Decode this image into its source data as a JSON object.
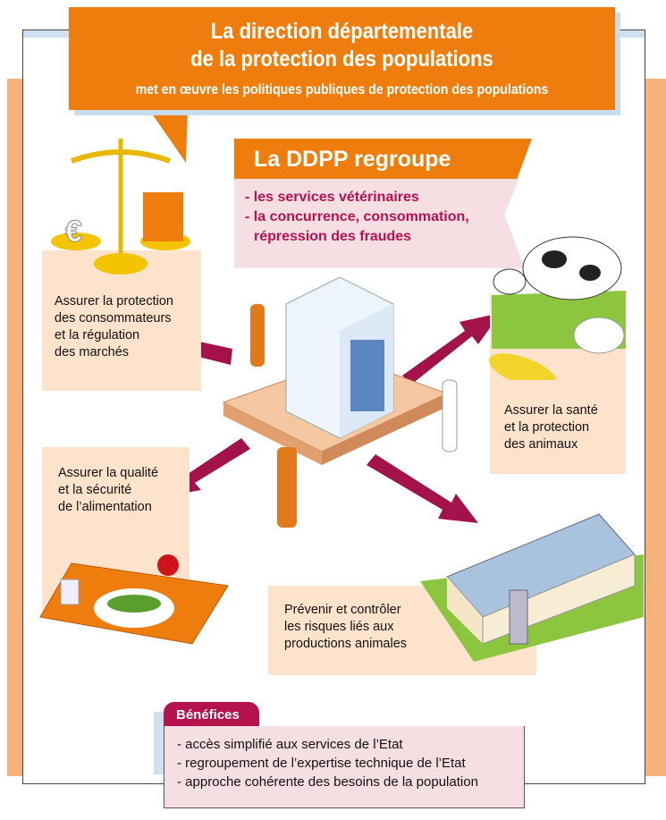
{
  "header": {
    "title_line1": "La direction départementale",
    "title_line2": "de la protection des populations",
    "subtitle": "met en œuvre les politiques publiques de protection des populations"
  },
  "ddpp": {
    "title": "La DDPP regroupe",
    "items": [
      "- les services vétérinaires",
      "- la concurrence, consommation,",
      "répression des fraudes"
    ]
  },
  "missions": {
    "consumers": [
      "Assurer la protection",
      "des consommateurs",
      "et la régulation",
      "des marchés"
    ],
    "food": [
      "Assurer la qualité",
      "et la sécurité",
      "de l’alimentation"
    ],
    "animals": [
      "Assurer la santé",
      "et la protection",
      "des animaux"
    ],
    "production": [
      "Prévenir et contrôler",
      "les risques liés aux",
      "productions animales"
    ]
  },
  "illustrations": {
    "euro_symbol": "€"
  },
  "benefits": {
    "title": "Bénéfices",
    "items": [
      "- accès simplifié aux services de l’Etat",
      "- regroupement de l’expertise technique de l’Etat",
      "- approche cohérente des besoins de la population"
    ]
  },
  "colors": {
    "orange": "#ee7d0e",
    "crimson": "#b5124e",
    "peach": "#fde3cc",
    "pink": "#f6dfe2"
  }
}
